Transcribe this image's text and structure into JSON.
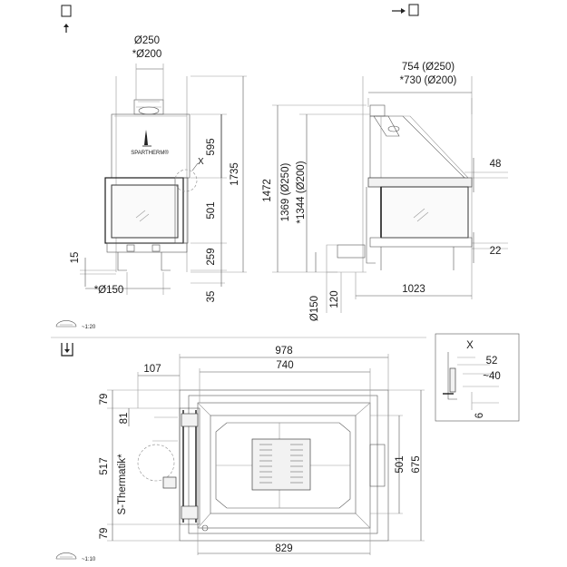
{
  "views": {
    "front": {
      "flue_top": "Ø250",
      "flue_top_alt": "*Ø200",
      "brand": "SPARTHERM®",
      "detail_marker": "X",
      "h_upper": "595",
      "h_door": "501",
      "h_total": "1735",
      "h_base": "259",
      "h_left_small": "15",
      "air_inlet": "*Ø150",
      "h_bottom": "35"
    },
    "side": {
      "w_top_250": "754 (Ø250)",
      "w_top_200": "*730 (Ø200)",
      "h_right_small": "48",
      "h_outer": "1472",
      "h_flue_250": "1369 (Ø250)",
      "h_flue_200": "*1344 (Ø200)",
      "h_foot": "22",
      "air_diam": "Ø150",
      "air_height": "120",
      "depth": "1023"
    },
    "plan": {
      "w_total": "978",
      "w_inner": "740",
      "offset_left": "107",
      "d_top": "79",
      "d_small": "81",
      "d_mid": "517",
      "d_bottom": "79",
      "thermatik": "S-Thermatik*",
      "w_bottom": "829",
      "d_door": "501",
      "d_total": "675"
    },
    "detail": {
      "marker": "X",
      "d_52": "52",
      "d_40": "~40",
      "d_6": "6"
    }
  },
  "scales": {
    "top": "~1:20",
    "bottom": "~1:10"
  }
}
